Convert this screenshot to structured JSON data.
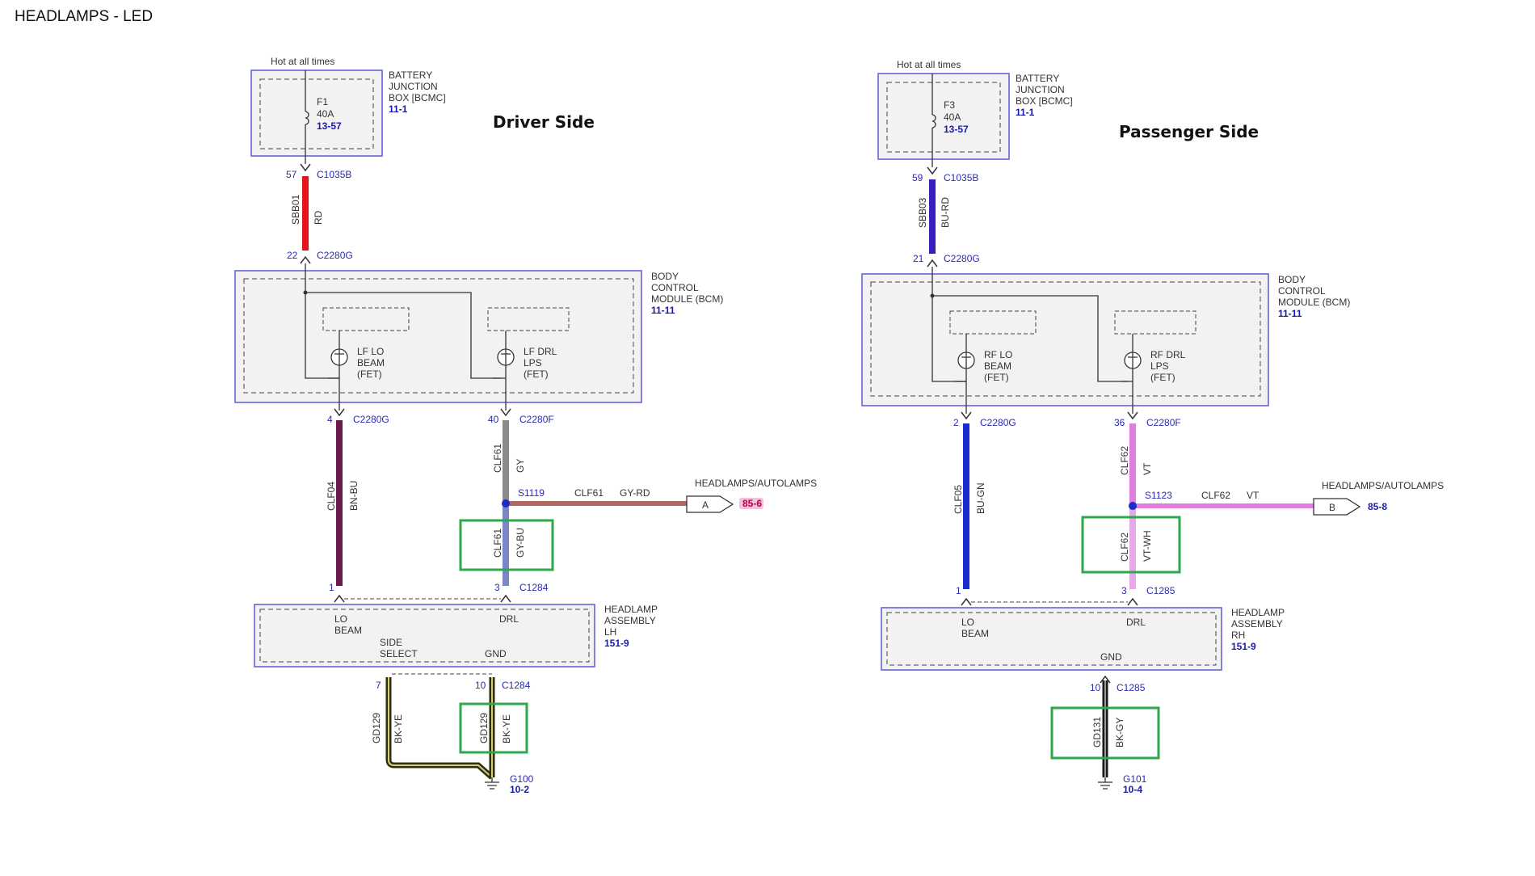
{
  "title": "HEADLAMPS - LED",
  "colors": {
    "rd": "#e8141c",
    "bu_rd": "#3a1fc0",
    "bn_bu": "#6b1a4e",
    "gy": "#8a8a8a",
    "gy_rd": "#b06a60",
    "gy_bu": "#7a86c8",
    "bu_gn": "#1a2ccc",
    "vt": "#e07ee0",
    "vt_wh": "#e6a8e6",
    "bk_ye": "#2e2e12",
    "bk_gy": "#1a1a1a",
    "highlight": "#2ea84a",
    "box_border": "#5a5ad8",
    "box_fill": "#f2f2f2",
    "splice": "#1a2ccc"
  },
  "driver": {
    "heading": "Driver Side",
    "hot": "Hot at all times",
    "fuse": {
      "name": "F1",
      "rating": "40A",
      "ref": "13-57"
    },
    "junction": {
      "l1": "BATTERY",
      "l2": "JUNCTION",
      "l3": "BOX [BCMC]",
      "ref": "11-1"
    },
    "feed": {
      "pin_top": "57",
      "conn_top": "C1035B",
      "circuit": "SBB01",
      "color": "RD",
      "pin_bot": "22",
      "conn_bot": "C2280G"
    },
    "bcm": {
      "l1": "BODY",
      "l2": "CONTROL",
      "l3": "MODULE (BCM)",
      "ref": "11-11",
      "lo": {
        "l1": "LF LO",
        "l2": "BEAM",
        "l3": "(FET)"
      },
      "drl": {
        "l1": "LF DRL",
        "l2": "LPS",
        "l3": "(FET)"
      }
    },
    "lo_wire": {
      "pin_top": "4",
      "conn_top": "C2280G",
      "circuit": "CLF04",
      "color": "BN-BU",
      "pin_bot": "1"
    },
    "drl_wire": {
      "pin_top": "40",
      "conn_top": "C2280F",
      "circuit": "CLF61",
      "color": "GY",
      "splice": "S1119",
      "branch_circuit": "CLF61",
      "branch_color": "GY-RD",
      "low_circuit": "CLF61",
      "low_color": "GY-BU",
      "pin_bot": "3",
      "conn_bot": "C1284"
    },
    "ref_out": {
      "label": "HEADLAMPS/AUTOLAMPS",
      "letter": "A",
      "ref": "85-6"
    },
    "assembly": {
      "l1": "HEADLAMP",
      "l2": "ASSEMBLY",
      "l3": "LH",
      "ref": "151-9",
      "lo1": "LO",
      "lo2": "BEAM",
      "drl": "DRL",
      "ss1": "SIDE",
      "ss2": "SELECT",
      "gnd": "GND"
    },
    "gnd_wires": {
      "pin_ss": "7",
      "pin_gnd": "10",
      "conn": "C1284",
      "w1_circuit": "GD129",
      "w1_color": "BK-YE",
      "w2_circuit": "GD129",
      "w2_color": "BK-YE",
      "ground": "G100",
      "ground_ref": "10-2"
    }
  },
  "passenger": {
    "heading": "Passenger Side",
    "hot": "Hot at all times",
    "fuse": {
      "name": "F3",
      "rating": "40A",
      "ref": "13-57"
    },
    "junction": {
      "l1": "BATTERY",
      "l2": "JUNCTION",
      "l3": "BOX [BCMC]",
      "ref": "11-1"
    },
    "feed": {
      "pin_top": "59",
      "conn_top": "C1035B",
      "circuit": "SBB03",
      "color": "BU-RD",
      "pin_bot": "21",
      "conn_bot": "C2280G"
    },
    "bcm": {
      "l1": "BODY",
      "l2": "CONTROL",
      "l3": "MODULE (BCM)",
      "ref": "11-11",
      "lo": {
        "l1": "RF LO",
        "l2": "BEAM",
        "l3": "(FET)"
      },
      "drl": {
        "l1": "RF DRL",
        "l2": "LPS",
        "l3": "(FET)"
      }
    },
    "lo_wire": {
      "pin_top": "2",
      "conn_top": "C2280G",
      "circuit": "CLF05",
      "color": "BU-GN",
      "pin_bot": "1"
    },
    "drl_wire": {
      "pin_top": "36",
      "conn_top": "C2280F",
      "circuit": "CLF62",
      "color": "VT",
      "splice": "S1123",
      "branch_circuit": "CLF62",
      "branch_color": "VT",
      "low_circuit": "CLF62",
      "low_color": "VT-WH",
      "pin_bot": "3",
      "conn_bot": "C1285"
    },
    "ref_out": {
      "label": "HEADLAMPS/AUTOLAMPS",
      "letter": "B",
      "ref": "85-8"
    },
    "assembly": {
      "l1": "HEADLAMP",
      "l2": "ASSEMBLY",
      "l3": "RH",
      "ref": "151-9",
      "lo1": "LO",
      "lo2": "BEAM",
      "drl": "DRL",
      "gnd": "GND"
    },
    "gnd_wires": {
      "pin_gnd": "10",
      "conn": "C1285",
      "w_circuit": "GD131",
      "w_color": "BK-GY",
      "ground": "G101",
      "ground_ref": "10-4"
    }
  }
}
